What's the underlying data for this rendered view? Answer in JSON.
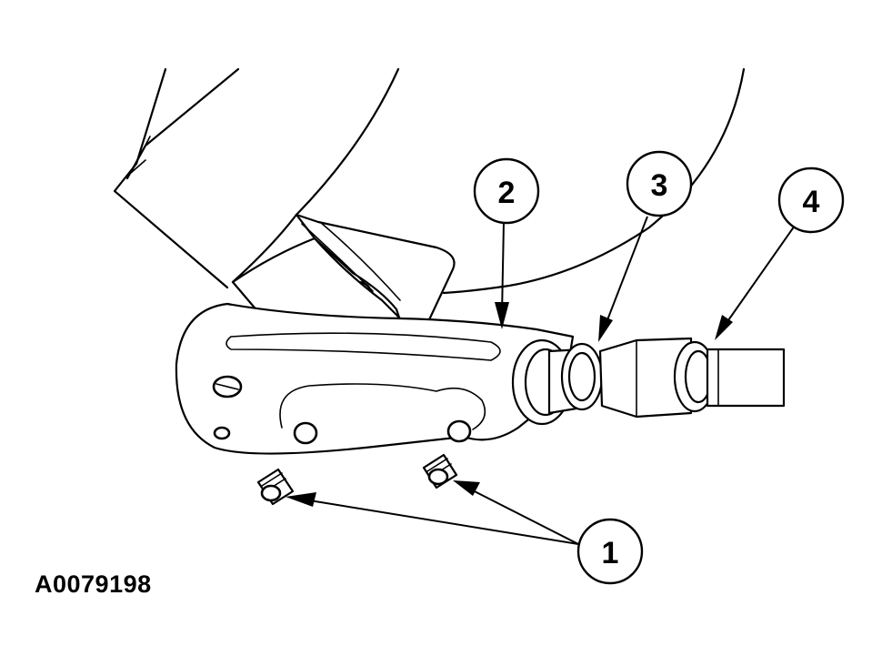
{
  "figure_id": "A0079198",
  "callouts": [
    {
      "number": "1"
    },
    {
      "number": "2"
    },
    {
      "number": "3"
    },
    {
      "number": "4"
    }
  ]
}
